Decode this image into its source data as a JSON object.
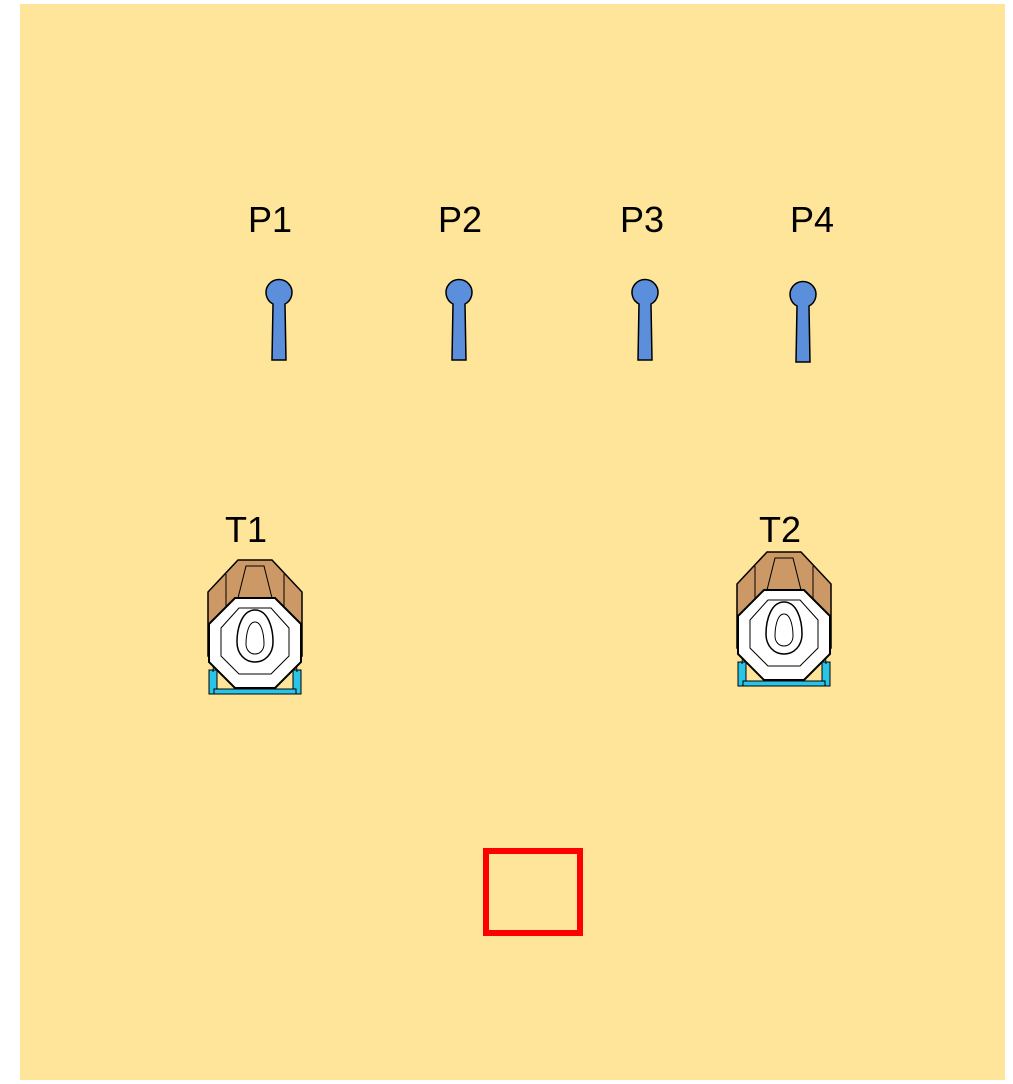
{
  "posts": [
    {
      "id": "p1",
      "label": "P1"
    },
    {
      "id": "p2",
      "label": "P2"
    },
    {
      "id": "p3",
      "label": "P3"
    },
    {
      "id": "p4",
      "label": "P4"
    }
  ],
  "targets": [
    {
      "id": "t1",
      "label": "T1"
    },
    {
      "id": "t2",
      "label": "T2"
    }
  ],
  "colors": {
    "background": "#fee599",
    "post_fill": "#5b8fdc",
    "target_backer": "#cc9966",
    "target_stand": "#29c4e8",
    "start_box": "#ff0000"
  },
  "icons": {
    "post": "shooting-position-marker-icon",
    "target": "octagon-paper-target-icon",
    "start": "start-position-box"
  }
}
